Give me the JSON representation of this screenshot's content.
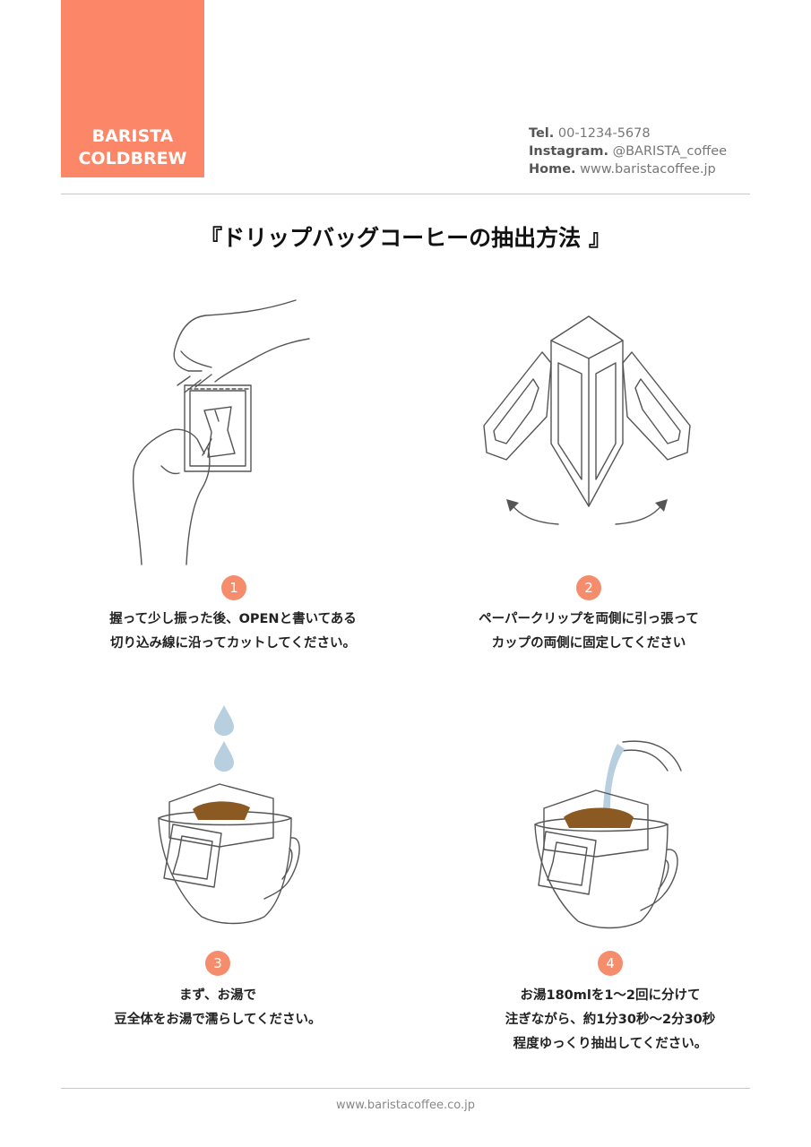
{
  "brand": {
    "line1": "BARISTA",
    "line2": "COLDBREW",
    "color": "#fb8768"
  },
  "contact": {
    "tel_label": "Tel.",
    "tel_value": "00-1234-5678",
    "instagram_label": "Instagram.",
    "instagram_value": "@BARISTA_coffee",
    "home_label": "Home.",
    "home_value": "www.baristacoffee.jp"
  },
  "title": "『ドリップバッグコーヒーの抽出方法 』",
  "steps": [
    {
      "number": "1",
      "line1": "握って少し振った後、OPENと書いてある",
      "line2": "切り込み線に沿ってカットしてください。",
      "icon": "hands-cutting-bag"
    },
    {
      "number": "2",
      "line1": "ペーパークリップを両側に引っ張って",
      "line2": "カップの両側に固定してください",
      "icon": "drip-bag-unfolded"
    },
    {
      "number": "3",
      "line1": "まず、お湯で",
      "line2": "豆全体をお湯で濡らしてください。",
      "icon": "cup-with-water-drops"
    },
    {
      "number": "4",
      "line1": "お湯180mlを1～2回に分けて",
      "line2": "注ぎながら、約1分30秒～2分30秒",
      "line3": "程度ゆっくり抽出してください。",
      "icon": "cup-with-pouring-water"
    }
  ],
  "footer": "www.baristacoffee.co.jp",
  "colors": {
    "accent": "#f58d6c",
    "water": "#b8cfe0",
    "coffee": "#8a5a22"
  }
}
